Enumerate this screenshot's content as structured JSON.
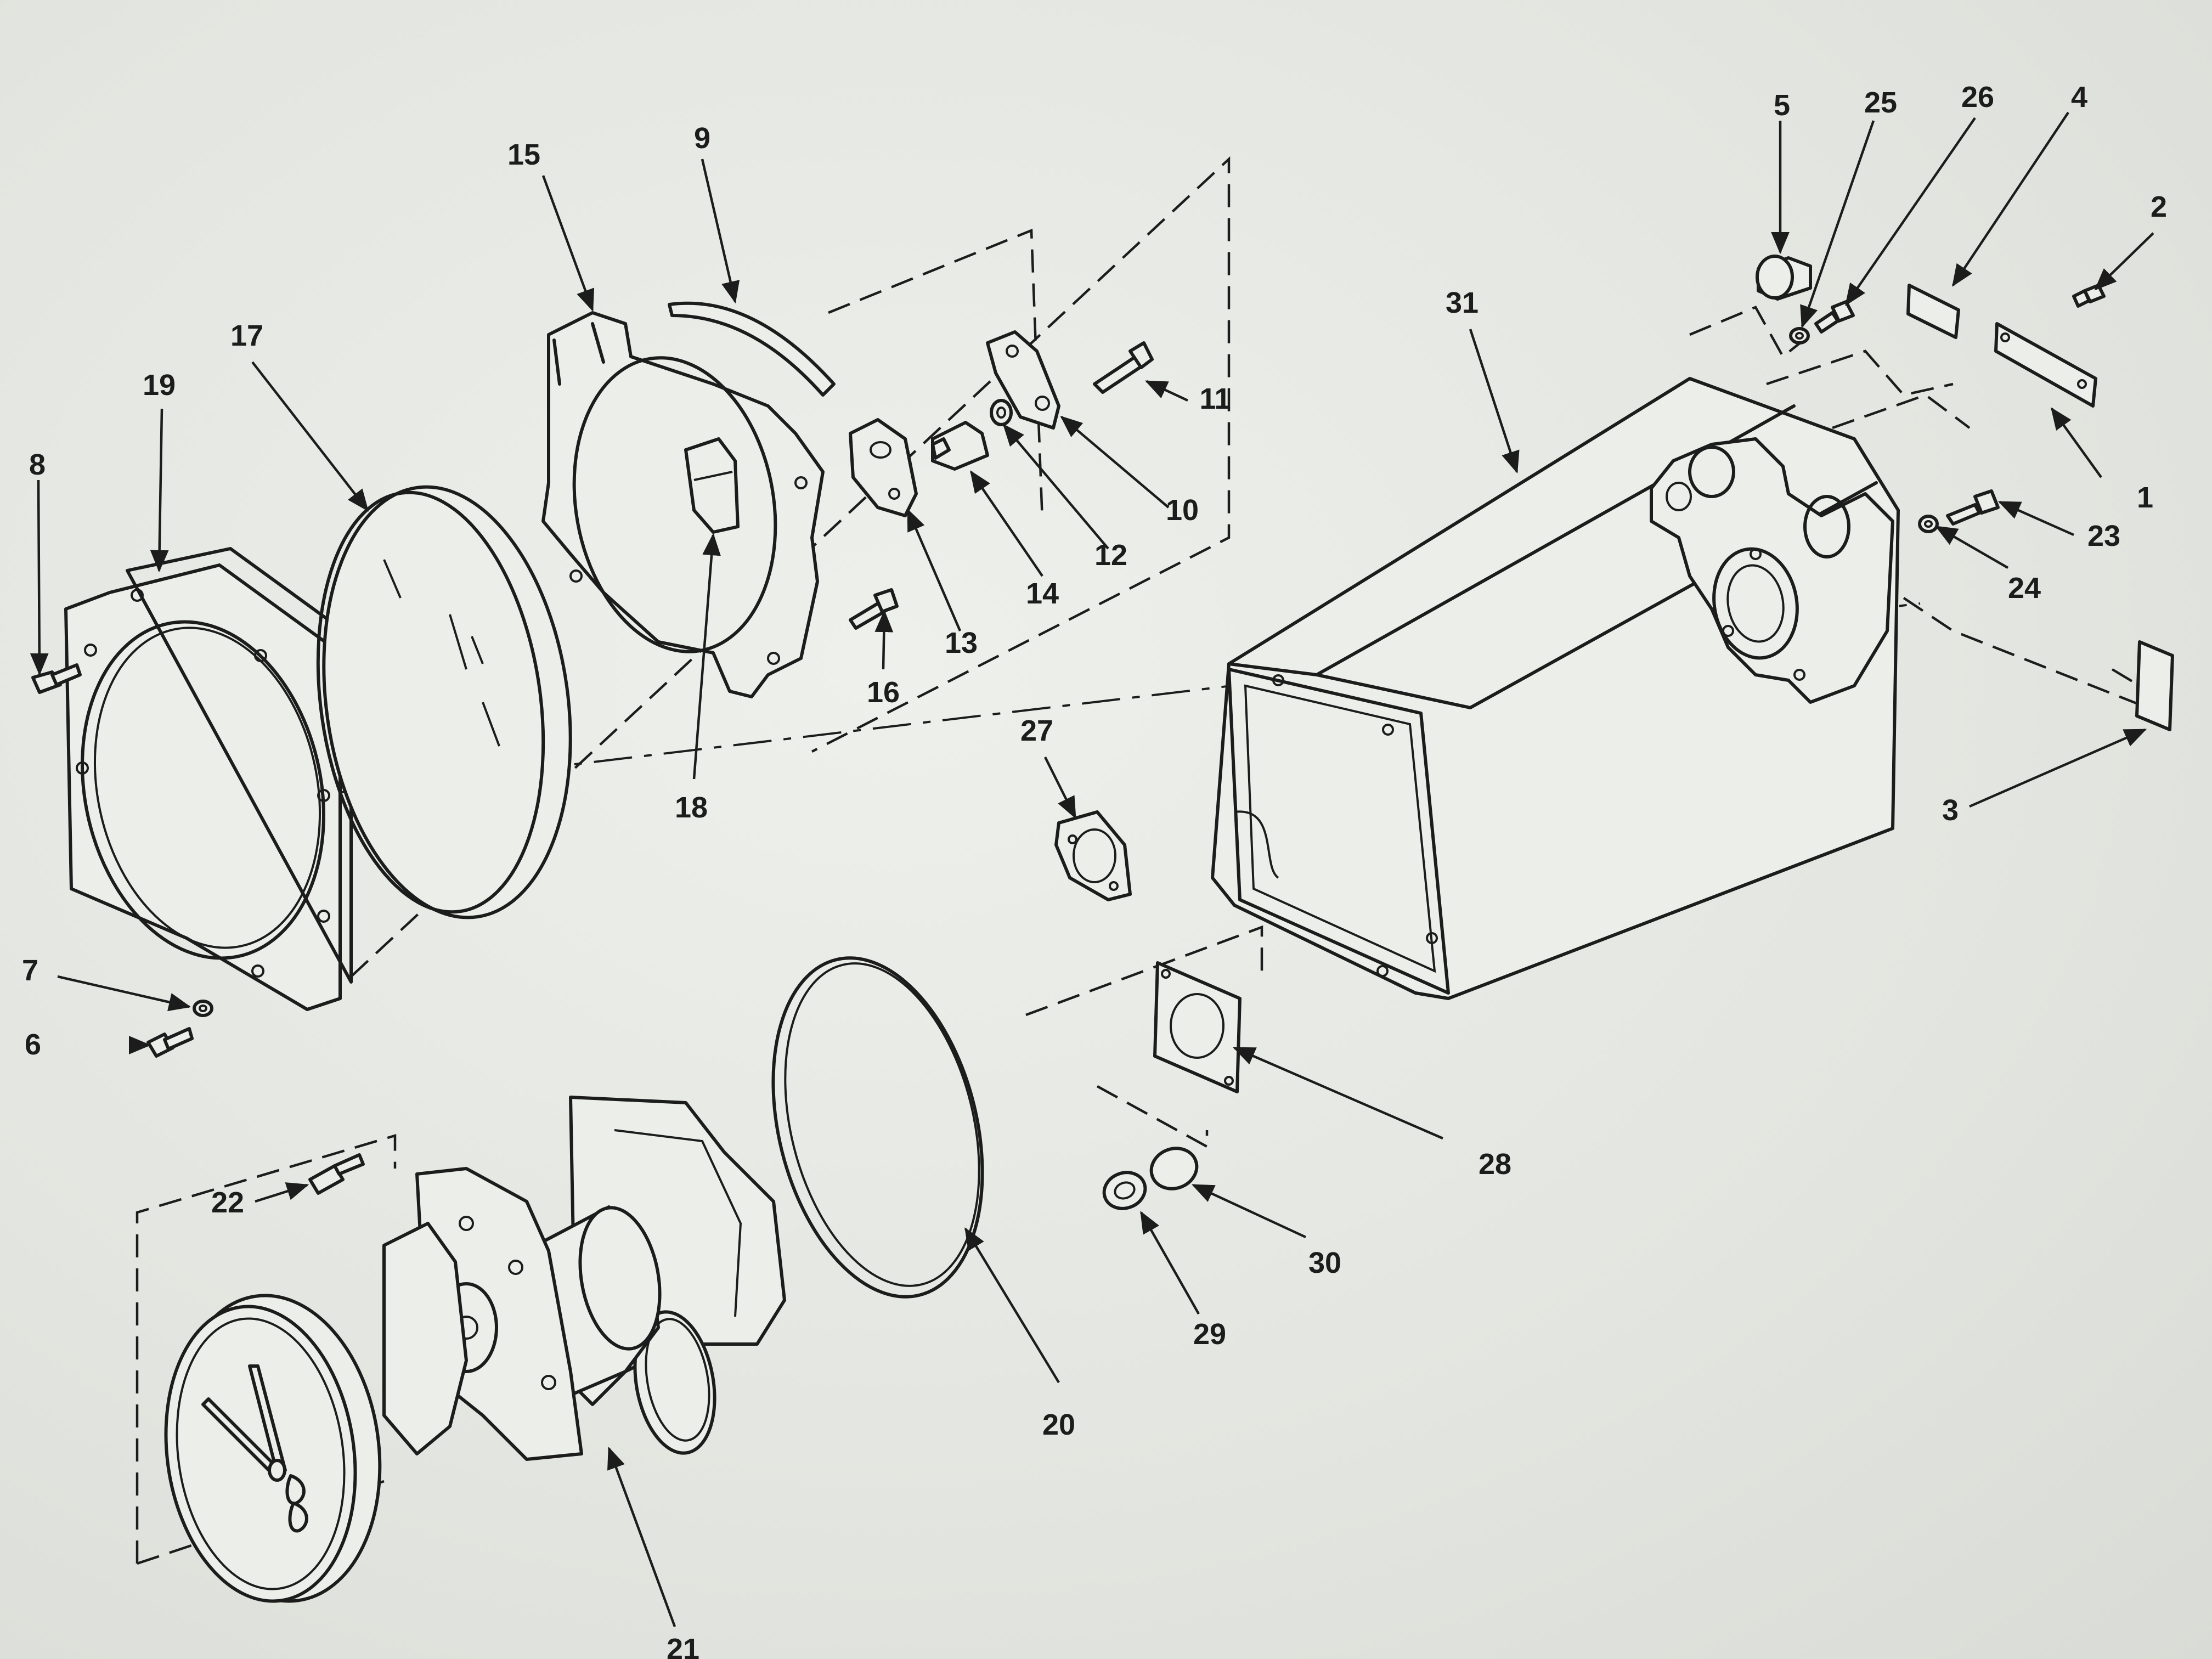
{
  "callouts": [
    {
      "number": "1"
    },
    {
      "number": "2"
    },
    {
      "number": "3"
    },
    {
      "number": "4"
    },
    {
      "number": "5"
    },
    {
      "number": "6"
    },
    {
      "number": "7"
    },
    {
      "number": "8"
    },
    {
      "number": "9"
    },
    {
      "number": "10"
    },
    {
      "number": "11"
    },
    {
      "number": "12"
    },
    {
      "number": "13"
    },
    {
      "number": "14"
    },
    {
      "number": "15"
    },
    {
      "number": "16"
    },
    {
      "number": "17"
    },
    {
      "number": "18"
    },
    {
      "number": "19"
    },
    {
      "number": "20"
    },
    {
      "number": "21"
    },
    {
      "number": "22"
    },
    {
      "number": "23"
    },
    {
      "number": "24"
    },
    {
      "number": "25"
    },
    {
      "number": "26"
    },
    {
      "number": "27"
    },
    {
      "number": "28"
    },
    {
      "number": "29"
    },
    {
      "number": "30"
    },
    {
      "number": "31"
    }
  ],
  "colors": {
    "paper": "#e6e8e3",
    "ink": "#1c1c1c"
  }
}
